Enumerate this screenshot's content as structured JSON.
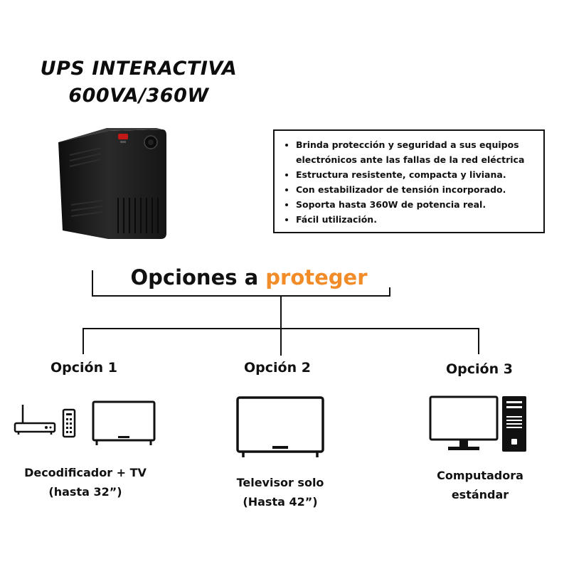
{
  "product": {
    "title_line1": "UPS INTERACTIVA",
    "title_line2": "600VA/360W"
  },
  "features": [
    "Brinda protección y seguridad a sus equipos electrónicos ante las fallas de la red eléctrica",
    "Estructura resistente, compacta y liviana.",
    "Con estabilizador de tensión incorporado.",
    "Soporta hasta 360W de potencia real.",
    "Fácil utilización."
  ],
  "heading": {
    "prefix": "Opciones a ",
    "accent": "proteger",
    "accent_color": "#f28c28"
  },
  "options": [
    {
      "title": "Opción 1",
      "caption_line1": "Decodificador + TV",
      "caption_line2": "(hasta 32”)",
      "icons": [
        "set-top-box-icon",
        "remote-control-icon",
        "tv-icon"
      ]
    },
    {
      "title": "Opción 2",
      "caption_line1": "Televisor solo",
      "caption_line2": "(Hasta 42”)",
      "icons": [
        "tv-icon"
      ]
    },
    {
      "title": "Opción 3",
      "caption_line1": "Computadora",
      "caption_line2": "estándar",
      "icons": [
        "monitor-icon",
        "pc-tower-icon"
      ]
    }
  ]
}
